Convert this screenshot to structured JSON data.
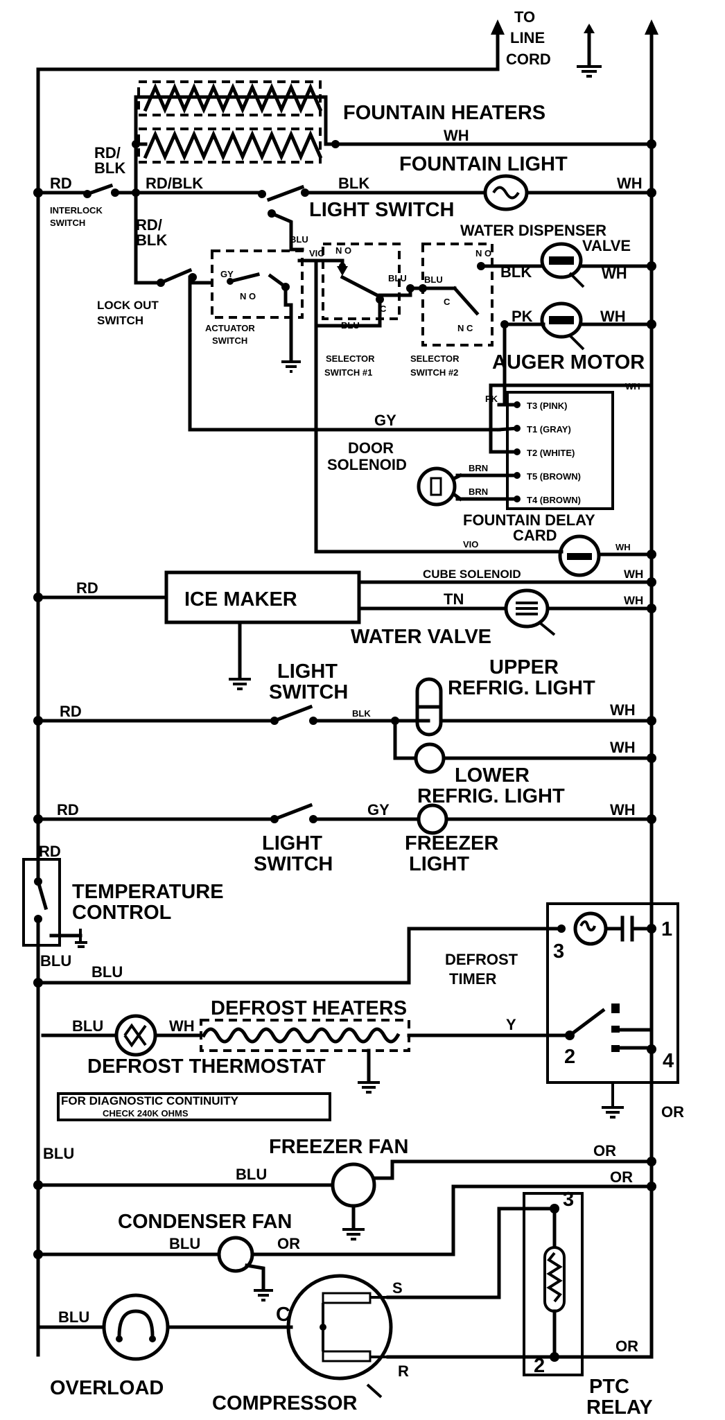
{
  "labels": {
    "to_line_cord": [
      "TO",
      "LINE",
      "CORD"
    ],
    "fountain_heaters": "FOUNTAIN HEATERS",
    "wh": "WH",
    "rd_blk_stack": [
      "RD/",
      "BLK"
    ],
    "fountain_light": "FOUNTAIN LIGHT",
    "rd": "RD",
    "rd_blk": "RD/BLK",
    "blk": "BLK",
    "interlock_switch": [
      "INTERLOCK",
      "SWITCH"
    ],
    "light_switch": "LIGHT SWITCH",
    "water_dispenser_valve": [
      "WATER DISPENSER",
      "VALVE"
    ],
    "rd_blk_stack2": [
      "RD/",
      "BLK"
    ],
    "blu": "BLU",
    "vio": "VIO",
    "no": "N O",
    "gy": "GY",
    "c": "C",
    "nc": "N C",
    "lock_out_switch": [
      "LOCK OUT",
      "SWITCH"
    ],
    "actuator_switch": [
      "ACTUATOR",
      "SWITCH"
    ],
    "selector_switch_1": [
      "SELECTOR",
      "SWITCH #1"
    ],
    "selector_switch_2": [
      "SELECTOR",
      "SWITCH #2"
    ],
    "pk": "PK",
    "auger_motor": "AUGER MOTOR",
    "t3": "T3 (PINK)",
    "t1": "T1 (GRAY)",
    "t2": "T2 (WHITE)",
    "t5": "T5 (BROWN)",
    "t4": "T4 (BROWN)",
    "door_solenoid": [
      "DOOR",
      "SOLENOID"
    ],
    "brn": "BRN",
    "fountain_delay_card": [
      "FOUNTAIN DELAY",
      "CARD"
    ],
    "ice_maker": "ICE MAKER",
    "cube_solenoid": "CUBE SOLENOID",
    "tn": "TN",
    "water_valve": "WATER VALVE",
    "light_switch_stack": [
      "LIGHT",
      "SWITCH"
    ],
    "upper_refrig_light": [
      "UPPER",
      "REFRIG. LIGHT"
    ],
    "lower_refrig_light": [
      "LOWER",
      "REFRIG. LIGHT"
    ],
    "freezer_light": [
      "FREEZER",
      "LIGHT"
    ],
    "temperature_control": [
      "TEMPERATURE",
      "CONTROL"
    ],
    "defrost_timer": [
      "DEFROST",
      "TIMER"
    ],
    "defrost_heaters": "DEFROST HEATERS",
    "wh_short": "WH",
    "y": "Y",
    "defrost_thermostat": "DEFROST THERMOSTAT",
    "diagnostic_note": [
      "FOR DIAGNOSTIC CONTINUITY",
      "CHECK 240K OHMS"
    ],
    "or": "OR",
    "freezer_fan": "FREEZER FAN",
    "condenser_fan": "CONDENSER FAN",
    "overload": "OVERLOAD",
    "compressor": "COMPRESSOR",
    "ptc_relay": [
      "PTC",
      "RELAY"
    ],
    "s": "S",
    "r": "R",
    "n1": "1",
    "n2": "2",
    "n3": "3",
    "n4": "4"
  }
}
